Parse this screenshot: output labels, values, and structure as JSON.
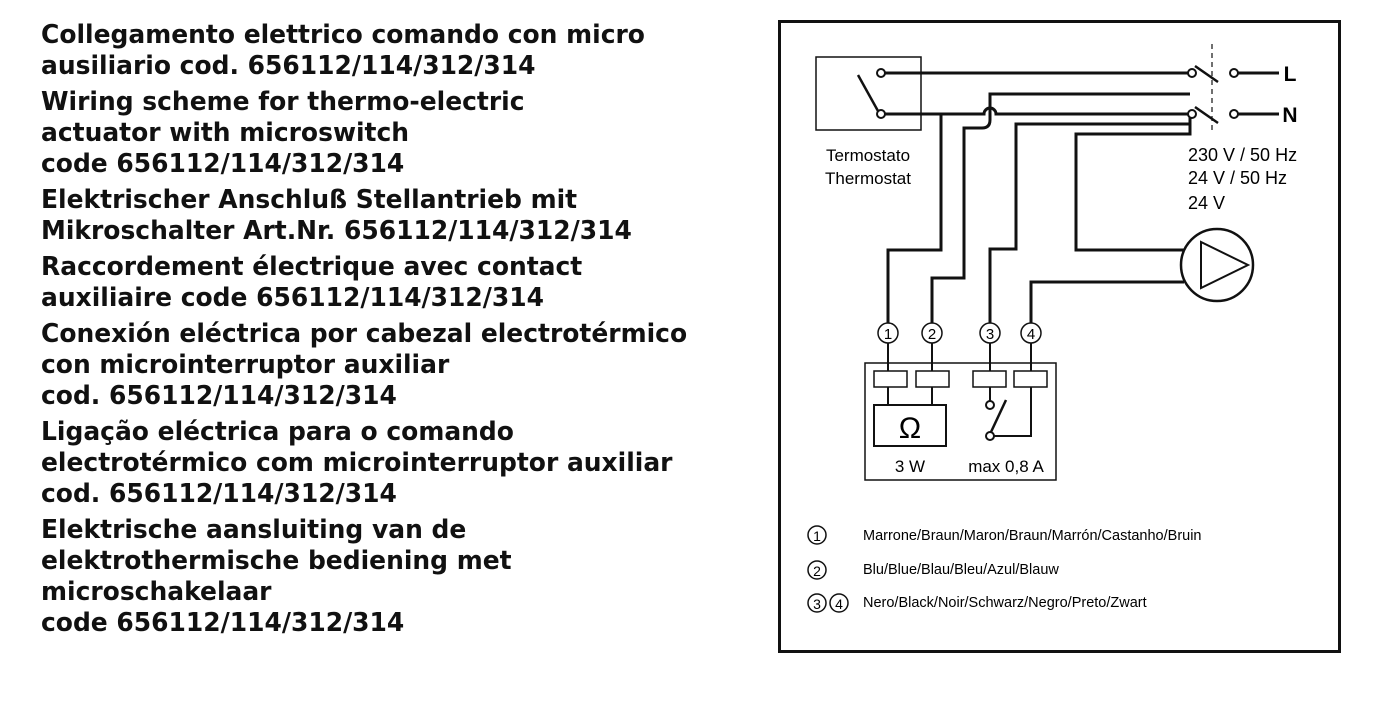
{
  "titles": [
    {
      "lines": [
        "Collegamento elettrico comando con micro",
        "ausiliario cod. 656112/114/312/314"
      ]
    },
    {
      "lines": [
        "Wiring scheme for thermo-electric",
        "actuator with microswitch",
        "code 656112/114/312/314"
      ]
    },
    {
      "lines": [
        "Elektrischer Anschluß Stellantrieb mit",
        "Mikroschalter Art.Nr. 656112/114/312/314"
      ]
    },
    {
      "lines": [
        "Raccordement électrique avec contact",
        "auxiliaire code 656112/114/312/314"
      ]
    },
    {
      "lines": [
        "Conexión eléctrica por cabezal electrotérmico",
        "con microinterruptor auxiliar",
        "cod. 656112/114/312/314"
      ]
    },
    {
      "lines": [
        "Ligação eléctrica para o comando",
        "electrotérmico com microinterruptor auxiliar",
        "cod. 656112/114/312/314"
      ]
    },
    {
      "lines": [
        "Elektrische aansluiting van de",
        "elektrothermische bediening met",
        "microschakelaar",
        "code 656112/114/312/314"
      ]
    }
  ],
  "diagram": {
    "thermostat_label": [
      "Termostato",
      "Thermostat"
    ],
    "line_label": "L",
    "neutral_label": "N",
    "supply_voltages": [
      "230 V / 50 Hz",
      "24 V / 50 Hz",
      "24 V"
    ],
    "terminals": [
      "1",
      "2",
      "3",
      "4"
    ],
    "ohm_symbol": "Ω",
    "power_label": "3 W",
    "current_label": "max 0,8 A",
    "legend": [
      {
        "markers": [
          "1"
        ],
        "text": "Marrone/Braun/Maron/Braun/Marrón/Castanho/Bruin"
      },
      {
        "markers": [
          "2"
        ],
        "text": "Blu/Blue/Blau/Bleu/Azul/Blauw"
      },
      {
        "markers": [
          "3",
          "4"
        ],
        "text": "Nero/Black/Noir/Schwarz/Negro/Preto/Zwart"
      }
    ]
  }
}
